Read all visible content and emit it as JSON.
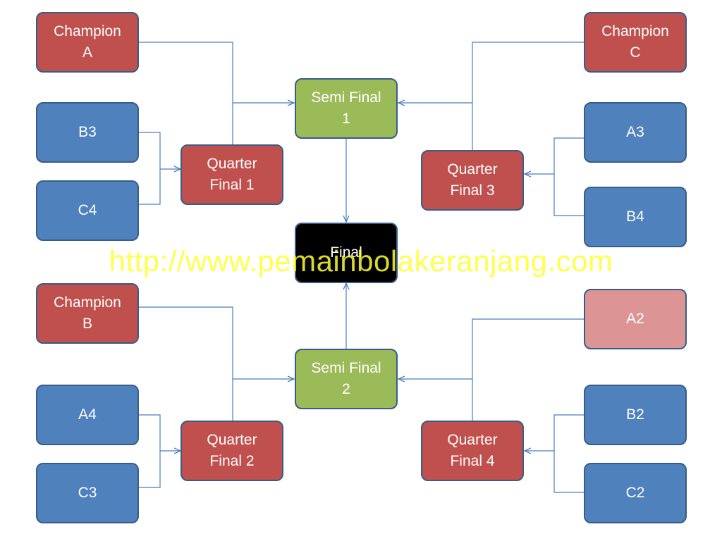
{
  "left": {
    "champion_a": "Champion\nA",
    "b3": "B3",
    "c4": "C4",
    "champion_b": "Champion\nB",
    "a4": "A4",
    "c3": "C3"
  },
  "right": {
    "champion_c": "Champion\nC",
    "a3": "A3",
    "b4": "B4",
    "a2": "A2",
    "b2": "B2",
    "c2": "C2"
  },
  "quarter_finals": {
    "qf1": "Quarter\nFinal 1",
    "qf2": "Quarter\nFinal 2",
    "qf3": "Quarter\nFinal 3",
    "qf4": "Quarter\nFinal 4"
  },
  "semi_finals": {
    "sf1": "Semi Final\n1",
    "sf2": "Semi Final\n2"
  },
  "final": {
    "label": "Final"
  },
  "watermark": "http://www.pemainbolakeranjang.com",
  "colors": {
    "team_box": "#4f81bd",
    "champion_box": "#c0504d",
    "highlight_box": "#dc9594",
    "semi_final_box": "#9bbb59",
    "final_box": "#000000",
    "connector": "#4a7ebb",
    "watermark": "#ffff33"
  }
}
